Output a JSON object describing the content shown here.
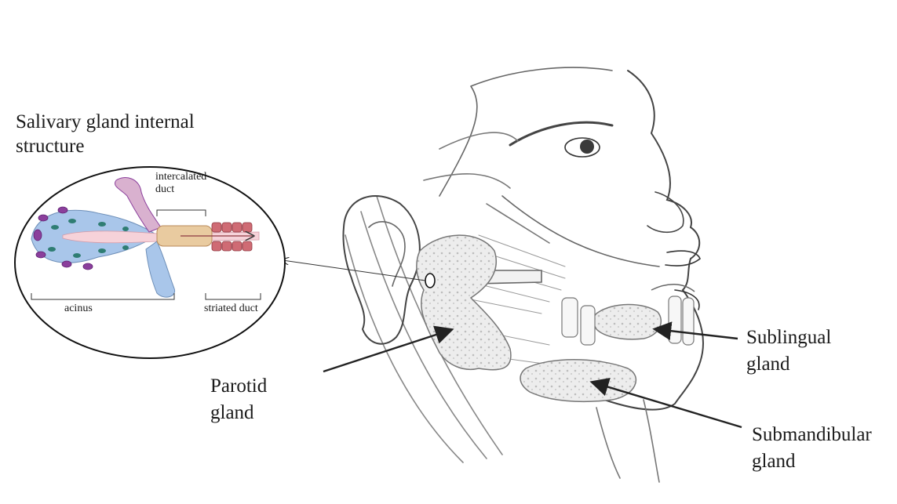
{
  "inset": {
    "title_line1": "Salivary gland internal",
    "title_line2": "structure",
    "intercalated_line1": "intercalated",
    "intercalated_line2": "duct",
    "acinus": "acinus",
    "striated_duct": "striated duct"
  },
  "glands": {
    "parotid_line1": "Parotid",
    "parotid_line2": "gland",
    "sublingual_line1": "Sublingual",
    "sublingual_line2": "gland",
    "submandibular_line1": "Submandibular",
    "submandibular_line2": "gland"
  },
  "colors": {
    "acinus_cells": "#a9c6ea",
    "acinus_nuclei": "#2f7d73",
    "myoepithelial": "#8b3f9c",
    "intercalated_cells": "#d9b1cf",
    "striated_cells": "#cf6b74",
    "lumen": "#f6d2d9",
    "gland_fill": "#ececec",
    "line_art": "#555555"
  }
}
